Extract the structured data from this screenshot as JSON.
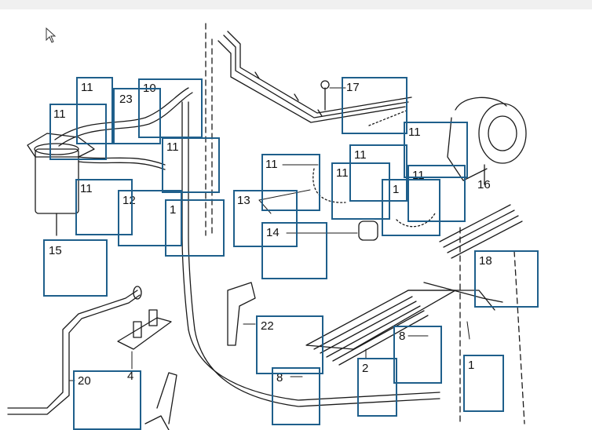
{
  "callouts": {
    "c11a": "11",
    "c11b": "11",
    "c11c": "11",
    "c11d": "11",
    "c11e": "11",
    "c11f": "11",
    "c11g": "11",
    "c11h": "11",
    "c11i": "11",
    "c1a": "1",
    "c1b": "1",
    "c1c": "1",
    "c10": "10",
    "c23": "23",
    "c12": "12",
    "c15": "15",
    "c17": "17",
    "c13": "13",
    "c14": "14",
    "c16": "16",
    "c18": "18",
    "c22": "22",
    "c8a": "8",
    "c8b": "8",
    "c2": "2",
    "c20": "20",
    "c4": "4"
  },
  "colors": {
    "hotspot_border": "#1f5f8b",
    "line": "#1a1a1a",
    "topbar": "#f0f0f0"
  }
}
